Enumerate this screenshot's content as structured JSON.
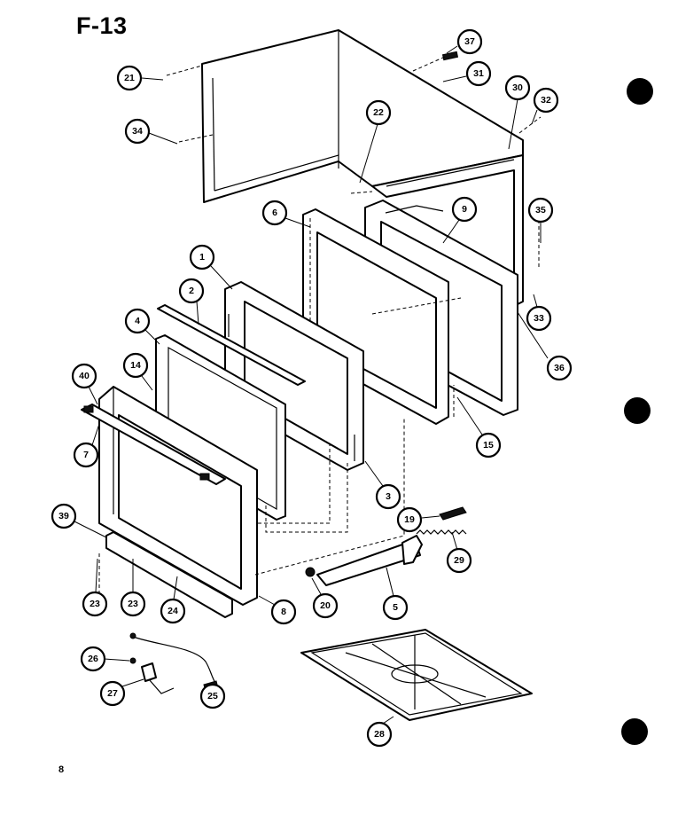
{
  "figure": {
    "title": "F-13",
    "page_number": "8"
  },
  "callouts": [
    "1",
    "2",
    "3",
    "4",
    "5",
    "6",
    "7",
    "8",
    "9",
    "14",
    "15",
    "19",
    "20",
    "21",
    "22",
    "23",
    "23",
    "24",
    "25",
    "26",
    "27",
    "28",
    "29",
    "30",
    "31",
    "32",
    "33",
    "34",
    "35",
    "36",
    "37",
    "39",
    "40"
  ]
}
